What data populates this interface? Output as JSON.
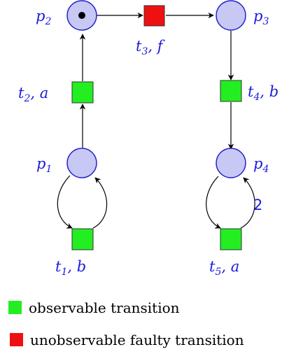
{
  "places": [
    {
      "id": "p1",
      "name": "p",
      "index": "1",
      "tokens": 0
    },
    {
      "id": "p2",
      "name": "p",
      "index": "2",
      "tokens": 1
    },
    {
      "id": "p3",
      "name": "p",
      "index": "3",
      "tokens": 0
    },
    {
      "id": "p4",
      "name": "p",
      "index": "4",
      "tokens": 0
    }
  ],
  "transitions": [
    {
      "id": "t1",
      "name": "t",
      "index": "1",
      "label": "b",
      "kind": "observable"
    },
    {
      "id": "t2",
      "name": "t",
      "index": "2",
      "label": "a",
      "kind": "observable"
    },
    {
      "id": "t3",
      "name": "t",
      "index": "3",
      "label": "f",
      "kind": "unobservable-faulty"
    },
    {
      "id": "t4",
      "name": "t",
      "index": "4",
      "label": "b",
      "kind": "observable"
    },
    {
      "id": "t5",
      "name": "t",
      "index": "5",
      "label": "a",
      "kind": "observable"
    }
  ],
  "arcs": [
    {
      "from": "p1",
      "to": "t2"
    },
    {
      "from": "t2",
      "to": "p2"
    },
    {
      "from": "p2",
      "to": "t3"
    },
    {
      "from": "t3",
      "to": "p3"
    },
    {
      "from": "p3",
      "to": "t4"
    },
    {
      "from": "t4",
      "to": "p4"
    },
    {
      "from": "p1",
      "to": "t1"
    },
    {
      "from": "t1",
      "to": "p1"
    },
    {
      "from": "p4",
      "to": "t5"
    },
    {
      "from": "t5",
      "to": "p4",
      "weight": "2"
    }
  ],
  "legend": [
    {
      "color": "#22ee22",
      "text": "observable transition"
    },
    {
      "color": "#ee1111",
      "text": "unobservable faulty transition"
    }
  ],
  "colors": {
    "observable": "#22ee22",
    "faulty": "#ee1111",
    "place_fill": "#c8c8f4",
    "place_stroke": "#2222cc",
    "label": "#1a1adc"
  }
}
